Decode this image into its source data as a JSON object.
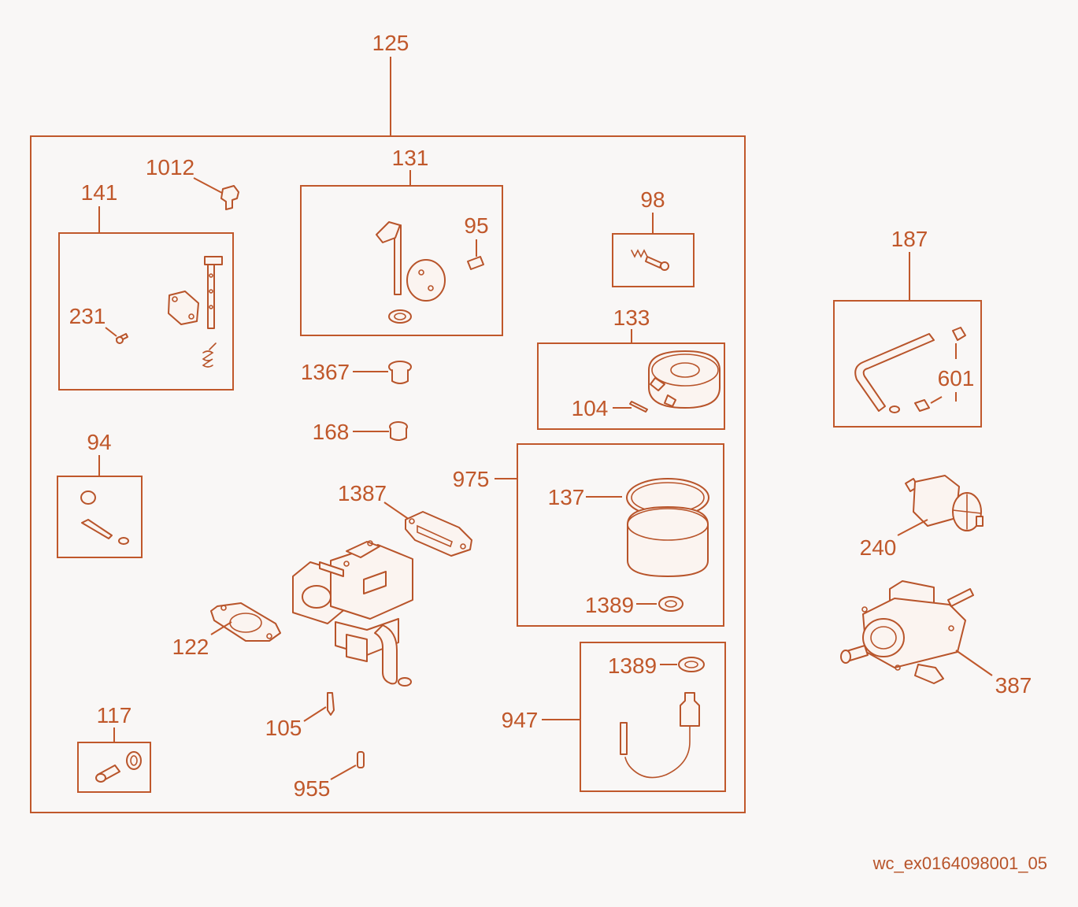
{
  "drawing_ref": "wc_ex0164098001_05",
  "colors": {
    "accent": "#c0582b",
    "background": "#f9f7f6"
  },
  "labels": {
    "l125": "125",
    "l131": "131",
    "l1012": "1012",
    "l141": "141",
    "l95": "95",
    "l98": "98",
    "l231": "231",
    "l133": "133",
    "l1367": "1367",
    "l104": "104",
    "l168": "168",
    "l94": "94",
    "l975": "975",
    "l1387": "1387",
    "l137": "137",
    "l122": "122",
    "l1389a": "1389",
    "l1389b": "1389",
    "l947": "947",
    "l105": "105",
    "l117": "117",
    "l955": "955",
    "l187": "187",
    "l601": "601",
    "l240": "240",
    "l387": "387"
  }
}
